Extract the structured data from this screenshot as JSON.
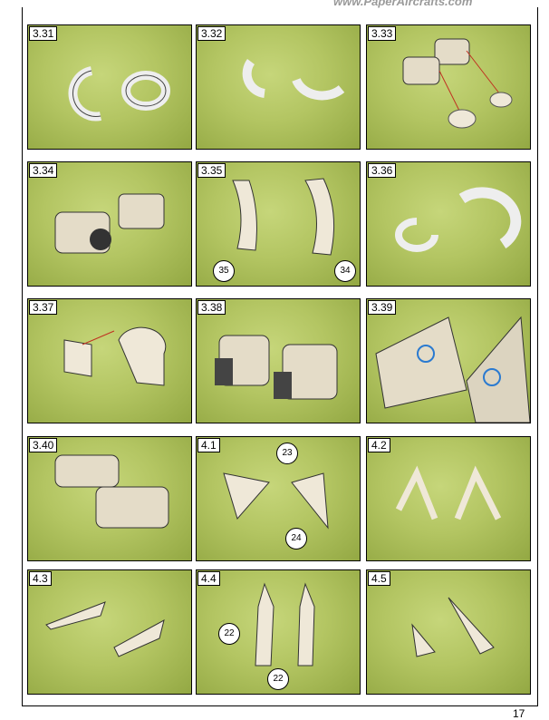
{
  "header": {
    "url_text": "www.PaperAircrafts.com"
  },
  "page_number": "17",
  "panels": [
    {
      "label": "3.31"
    },
    {
      "label": "3.32"
    },
    {
      "label": "3.33"
    },
    {
      "label": "3.34"
    },
    {
      "label": "3.35",
      "callouts": [
        "35",
        "34"
      ]
    },
    {
      "label": "3.36"
    },
    {
      "label": "3.37"
    },
    {
      "label": "3.38"
    },
    {
      "label": "3.39"
    },
    {
      "label": "3.40"
    },
    {
      "label": "4.1",
      "callouts": [
        "23",
        "24"
      ]
    },
    {
      "label": "4.2"
    },
    {
      "label": "4.3"
    },
    {
      "label": "4.4",
      "callouts": [
        "22",
        "22"
      ]
    },
    {
      "label": "4.5"
    }
  ]
}
